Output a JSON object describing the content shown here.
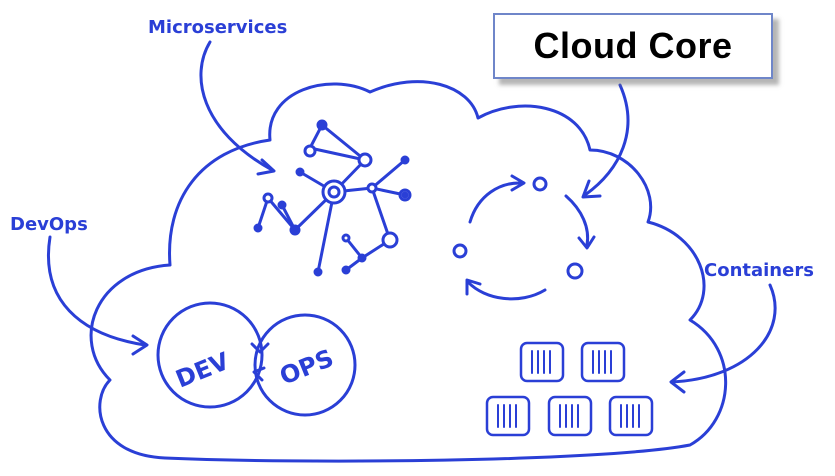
{
  "title_box": {
    "text": "Cloud Core"
  },
  "labels": {
    "microservices": "Microservices",
    "devops": "DevOps",
    "containers": "Containers",
    "dev": "DEV",
    "ops": "OPS"
  },
  "colors": {
    "ink": "#2a3fd6",
    "box_border": "#6f86c9",
    "background": "#ffffff"
  }
}
